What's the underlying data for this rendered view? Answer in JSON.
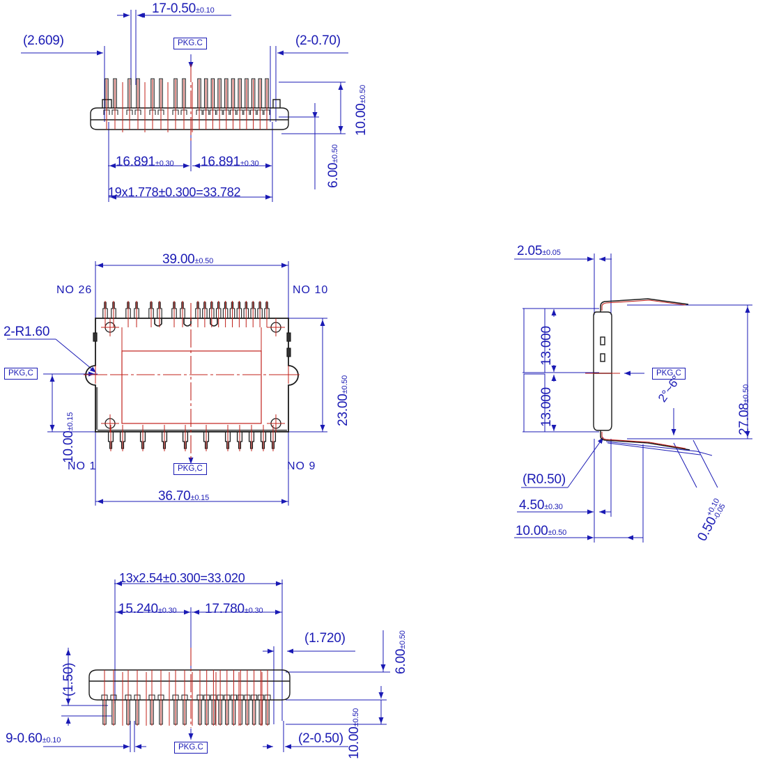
{
  "drawing": {
    "type": "mechanical-package-outline",
    "units": "mm",
    "line_colors": {
      "dimension": "#1a1ab4",
      "outline": "#1a1a1a",
      "centerline": "#c0201a",
      "hidden": "#c0201a"
    }
  },
  "views": {
    "top": {
      "name": "top-elevation-view",
      "dimensions": {
        "pin_width_note": "17-0.50",
        "pin_width_tol": "±0.10",
        "left_offset": "(2.609)",
        "right_note": "(2-0.70)",
        "pkg_center": "PKG.C",
        "half_span_left": "16.891",
        "half_span_left_tol": "±0.30",
        "half_span_right": "16.891",
        "half_span_right_tol": "±0.30",
        "pitch_total": "19x1.778±0.300=33.782",
        "height_total": "10.00",
        "height_total_tol": "±0.50",
        "height_lead": "6.00",
        "height_lead_tol": "±0.50"
      }
    },
    "plan": {
      "name": "plan-view",
      "dimensions": {
        "overall_width": "39.00",
        "overall_width_tol": "±0.50",
        "overall_height": "23.00",
        "overall_height_tol": "±0.50",
        "mount_width": "36.70",
        "mount_width_tol": "±0.15",
        "corner_radius": "2-R1.60",
        "edge_offset": "10.00",
        "edge_offset_tol": "±0.15",
        "pkg_center_left": "PKG,C",
        "pkg_center_bottom": "PKG,C"
      },
      "pin_labels": {
        "top_left": "NO  26",
        "top_right": "NO  10",
        "bottom_left": "NO  1",
        "bottom_right": "NO  9"
      }
    },
    "side": {
      "name": "side-elevation-view",
      "dimensions": {
        "body_thickness": "2.05",
        "body_thickness_tol": "±0.05",
        "upper_half": "13.000",
        "lower_half": "13.000",
        "overall_lead_span": "27.08",
        "overall_lead_span_tol": "±0.50",
        "bend_radius": "(R0.50)",
        "lead_stand": "4.50",
        "lead_stand_tol": "±0.30",
        "lead_length": "10.00",
        "lead_length_tol": "±0.50",
        "lead_angle": "2°~6°",
        "lead_thickness": "0.50",
        "lead_thickness_tol_plus": "+0.10",
        "lead_thickness_tol_minus": "-0.05",
        "pkg_center": "PKG,C"
      }
    },
    "bottom": {
      "name": "bottom-elevation-view",
      "dimensions": {
        "pitch_total": "13x2.54±0.300=33.020",
        "left_span": "15.240",
        "left_span_tol": "±0.30",
        "right_span": "17.780",
        "right_span_tol": "±0.30",
        "edge_right": "(1.720)",
        "body_height": "(1.50)",
        "pin_width_note": "9-0.60",
        "pin_width_tol": "±0.10",
        "corner_note": "(2-0.50)",
        "height_lead": "6.00",
        "height_lead_tol": "±0.50",
        "height_total": "10.00",
        "height_total_tol": "±0.50",
        "pkg_center": "PKG.C"
      }
    }
  }
}
